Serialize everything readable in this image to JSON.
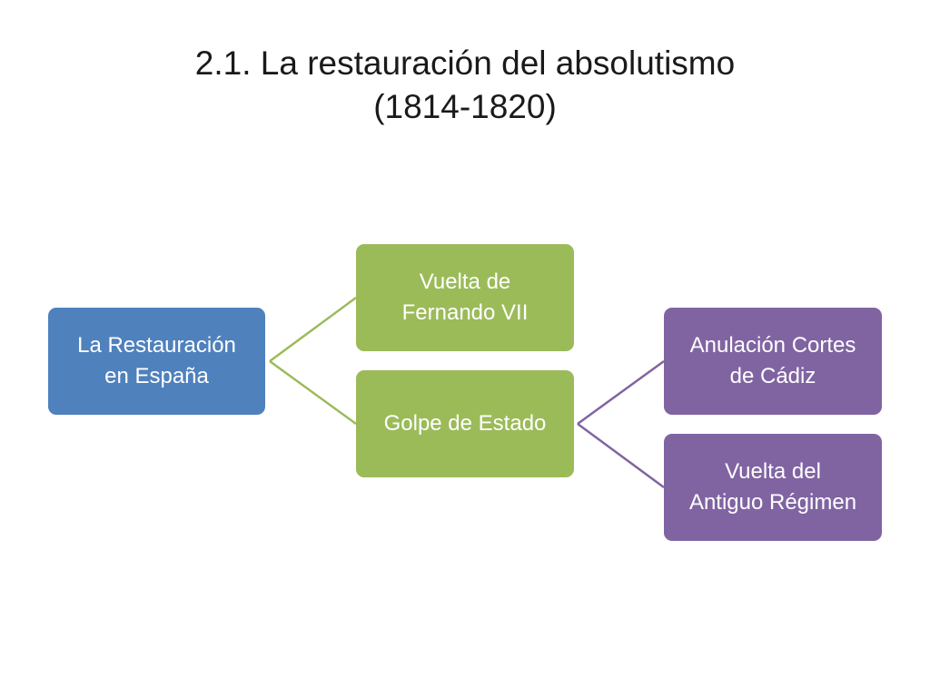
{
  "title": {
    "line1": "2.1. La restauración del absolutismo",
    "line2": "(1814-1820)"
  },
  "nodes": {
    "root": {
      "line1": "La Restauración",
      "line2": "en España"
    },
    "vuelta_fernando": {
      "line1": "Vuelta de",
      "line2": "Fernando VII"
    },
    "golpe_estado": {
      "line1": "Golpe de Estado"
    },
    "anulacion": {
      "line1": "Anulación Cortes",
      "line2": "de Cádiz"
    },
    "antiguo_regimen": {
      "line1": "Vuelta del",
      "line2": "Antiguo Régimen"
    }
  },
  "colors": {
    "level1": "#4f81bd",
    "level2": "#9bbb59",
    "level3": "#8064a2"
  }
}
